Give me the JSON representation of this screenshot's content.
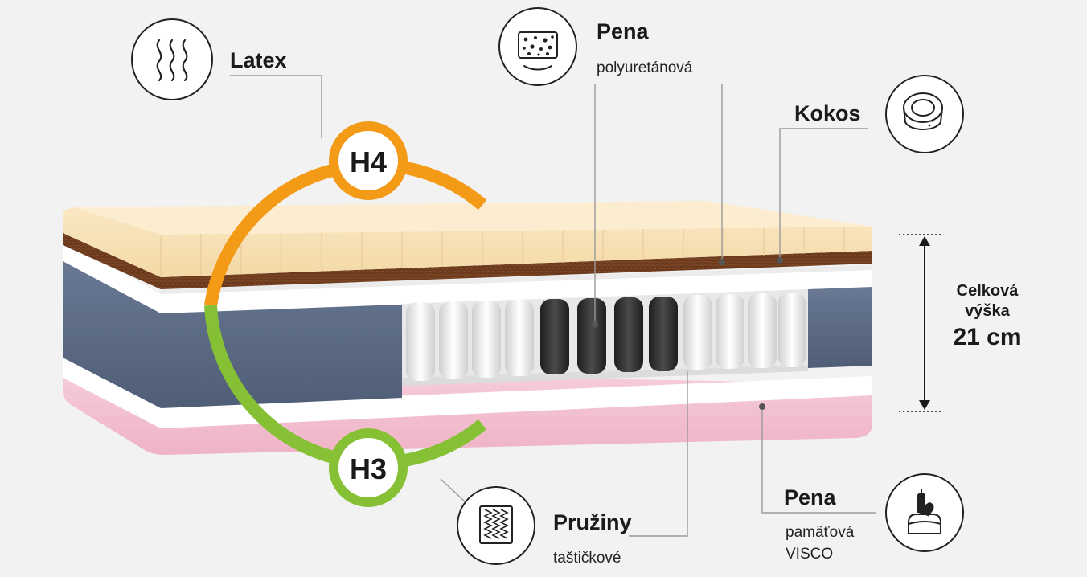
{
  "layers": {
    "latex": {
      "title": "Latex"
    },
    "foam_poly": {
      "title": "Pena",
      "subtitle": "polyuretánová"
    },
    "coconut": {
      "title": "Kokos"
    },
    "springs": {
      "title": "Pružiny",
      "subtitle": "taštičkové"
    },
    "foam_visco": {
      "title": "Pena",
      "subtitle_1": "pamäťová",
      "subtitle_2": "VISCO"
    }
  },
  "firmness": {
    "top": "H4",
    "bottom": "H3",
    "colors": {
      "top": "#f39a17",
      "bottom": "#86c034"
    }
  },
  "total_height": {
    "label_1": "Celková",
    "label_2": "výška",
    "value": "21 cm"
  },
  "colors": {
    "latex": "#f8e2b8",
    "coconut": "#6b3a1c",
    "blue_foam": "#5b6b86",
    "white_foam": "#ffffff",
    "pink_foam": "#f4c2d2",
    "spring_white": "#f0f0f0",
    "spring_black": "#2f2f2f"
  },
  "icons": {
    "latex": "waves-icon",
    "foam_poly": "foam-block-icon",
    "coconut": "coconut-icon",
    "springs": "springs-icon",
    "foam_visco": "hand-press-icon"
  }
}
